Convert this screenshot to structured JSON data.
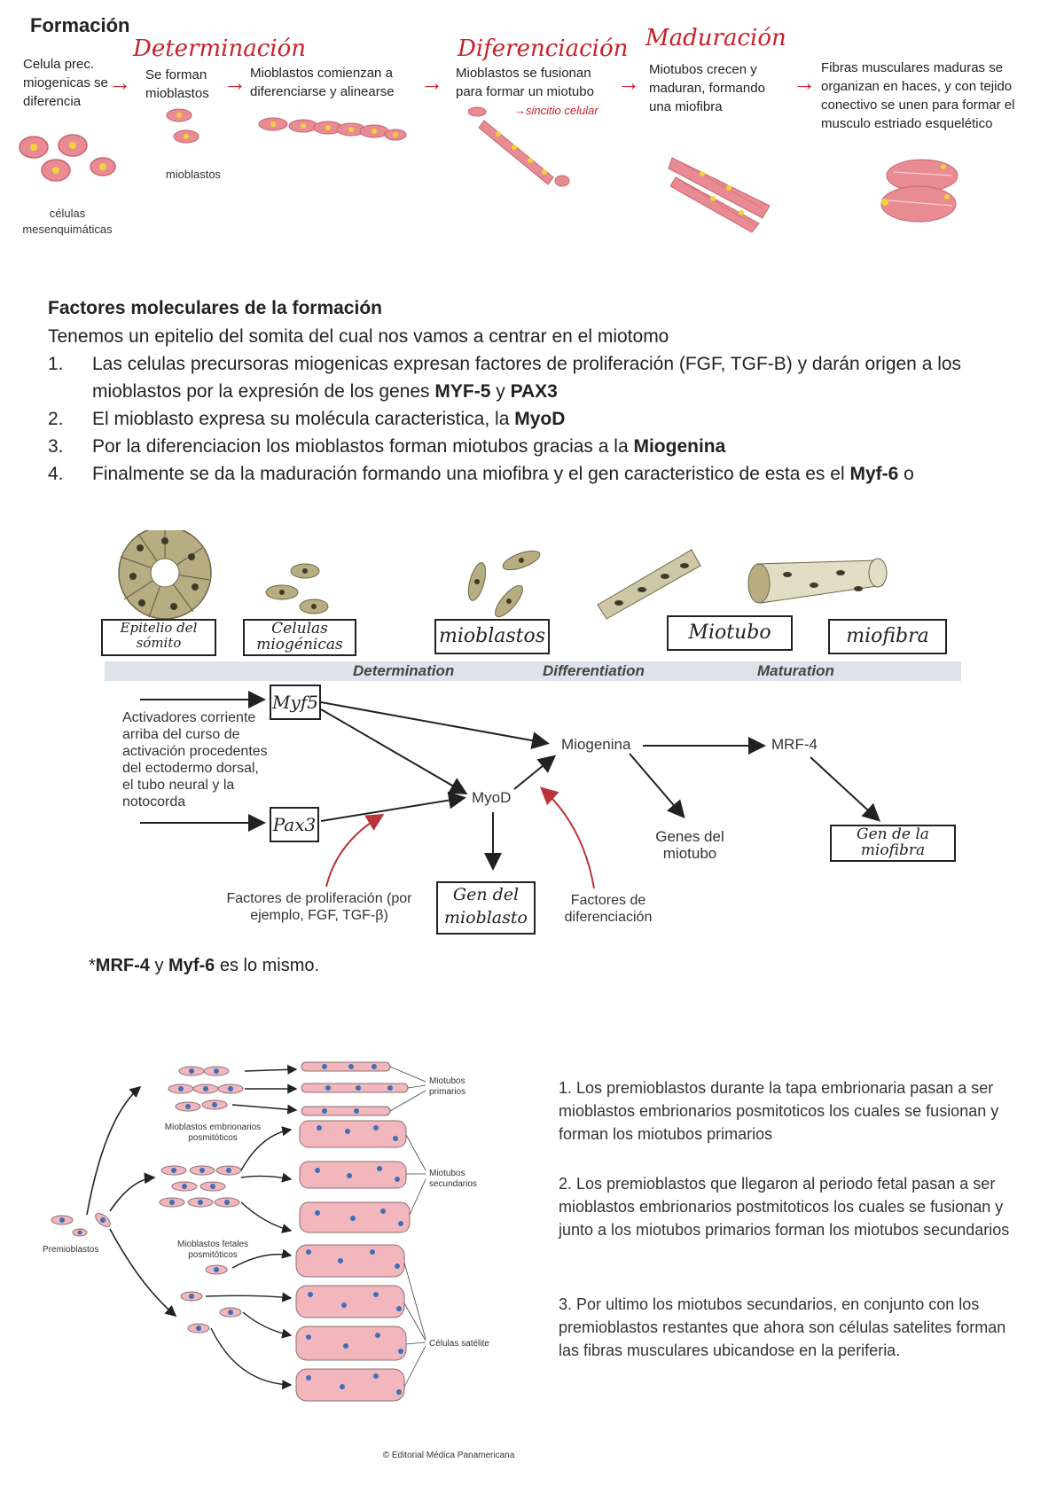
{
  "formacion": {
    "title": "Formación",
    "stage_labels": {
      "determinacion": "Determinación",
      "diferenciacion": "Diferenciación",
      "maduracion": "Maduración"
    },
    "steps": [
      "Celula prec. miogenicas se diferencia",
      "Se forman mioblastos",
      "Mioblastos comienzan a diferenciarse y alinearse",
      "Mioblastos se fusionan para formar un miotubo",
      "Miotubos crecen y maduran, formando una miofibra",
      "Fibras musculares maduras se organizan en haces, y con tejido conectivo se unen para formar el musculo estriado esquelético"
    ],
    "sub_labels": {
      "mesenquimaticas": "células mesenquimáticas",
      "mioblastos": "mioblastos",
      "sincitio": "sincitio celular"
    }
  },
  "factores": {
    "title": "Factores moleculares de la formación",
    "intro": "Tenemos un epitelio del somita del cual nos vamos a centrar en el miotomo",
    "items": [
      {
        "num": "1.",
        "parts": [
          "Las celulas precursoras miogenicas expresan factores de proliferación (FGF, TGF-B) y darán origen a los mioblastos por la expresión de los genes ",
          "MYF-5",
          " y ",
          "PAX3",
          ""
        ]
      },
      {
        "num": "2.",
        "parts": [
          "El mioblasto expresa su molécula caracteristica, la ",
          "MyoD",
          "",
          "",
          ""
        ]
      },
      {
        "num": "3.",
        "parts": [
          "Por la diferenciacion los mioblastos forman miotubos gracias a la ",
          "Miogenina",
          "",
          "",
          ""
        ]
      },
      {
        "num": "4.",
        "parts": [
          "Finalmente se da la maduración formando una miofibra y el gen caracteristico de esta es el ",
          "Myf-6",
          " o",
          "",
          ""
        ]
      }
    ]
  },
  "diagram": {
    "boxes": {
      "epitelio": "Epitelio del sómito",
      "celulas": "Celulas miogénicas",
      "mioblastos": "mioblastos",
      "miotubo": "Miotubo",
      "miofibra": "miofibra"
    },
    "phases": {
      "determination": "Determination",
      "differentiation": "Differentiation",
      "maturation": "Maturation"
    },
    "activadores": "Activadores corriente arriba del curso de activación procedentes del ectodermo dorsal, el tubo neural y la notocorda",
    "myf5": "Myf5",
    "pax3": "Pax3",
    "myod": "MyoD",
    "miogenina": "Miogenina",
    "mrf4": "MRF-4",
    "genes_miotubo": "Genes del miotubo",
    "gen_miofibra": "Gen de la miofibra",
    "gen_mioblasto": "Gen del mioblasto",
    "factores_prolif": "Factores de proliferación (por ejemplo, FGF, TGF-β)",
    "factores_dif": "Factores de diferenciación"
  },
  "note": {
    "parts": [
      "*",
      "MRF-4",
      " y ",
      "Myf-6",
      " es lo mismo."
    ]
  },
  "figure3": {
    "premioblastos": "Premioblastos",
    "mio_emb": "Mioblastos embrionarios posmitóticos",
    "mio_fet": "Mioblastos fetales posmitóticos",
    "primarios": "Miotubos primarios",
    "secundarios": "Miotubos secundarios",
    "satelite": "Células satélite",
    "credit": "© Editorial Médica Panamericana"
  },
  "notes3": [
    "1. Los premioblastos durante la tapa embrionaria pasan a ser mioblastos embrionarios posmitoticos los cuales se fusionan y forman los miotubos primarios",
    "2. Los premioblastos que llegaron al periodo fetal pasan a ser mioblastos embrionarios postmitoticos los cuales se fusionan y junto a los miotubos primarios forman los miotubos secundarios",
    "3. Por ultimo los miotubos secundarios, en conjunto con los premioblastos restantes que ahora son células satelites forman las fibras musculares ubicandose en la periferia."
  ],
  "colors": {
    "red_annotation": "#c8202a",
    "cell_pink": "#e98b93",
    "cell_nucleus": "#f2d23a",
    "phase_band": "#dce3ea",
    "tube_pink": "#f1b7bd",
    "nucleus_blue": "#3d6fb8"
  }
}
